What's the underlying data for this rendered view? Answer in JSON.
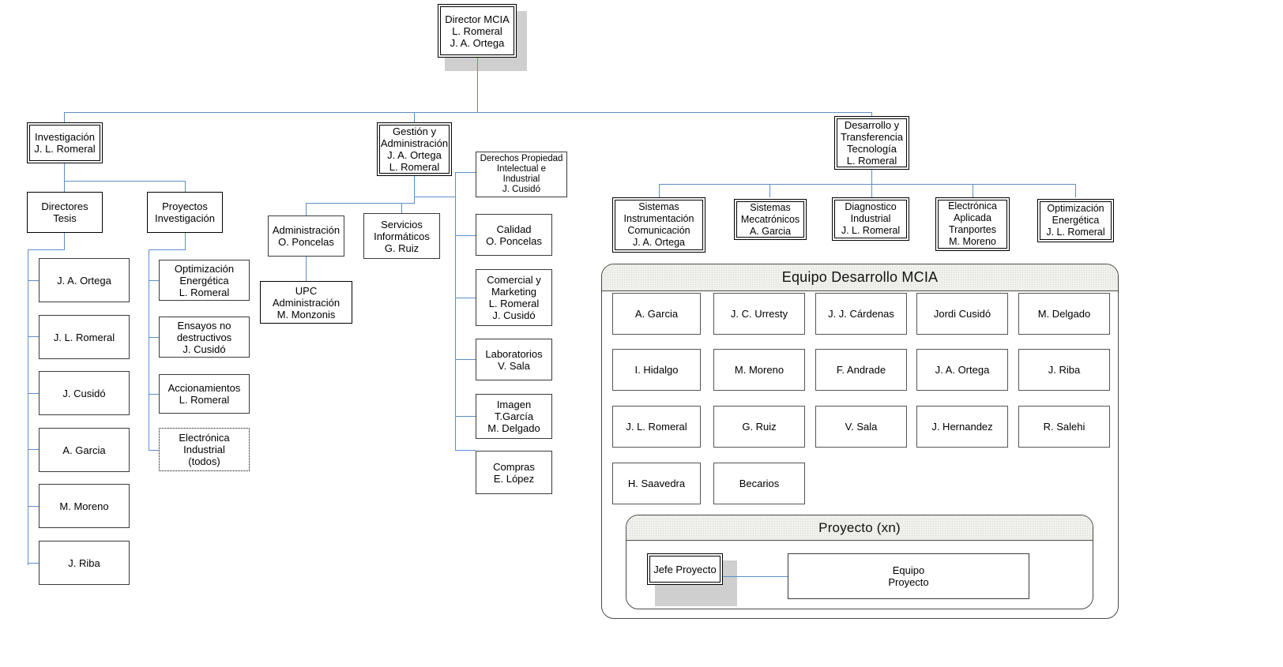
{
  "chart_data": {
    "type": "diagram",
    "title": "Organigrama MCIA",
    "description": "Organizational chart of MCIA showing director, three divisions and the development team"
  },
  "root": {
    "lines": [
      "Director MCIA",
      "L. Romeral",
      "J. A. Ortega"
    ]
  },
  "branch_investigacion": {
    "head": {
      "lines": [
        "Investigación",
        "J. L. Romeral"
      ]
    },
    "subheads": [
      {
        "lines": [
          "Directores",
          "Tesis"
        ]
      },
      {
        "lines": [
          "Proyectos",
          "Investigación"
        ]
      }
    ],
    "directores_tesis": [
      {
        "lines": [
          "J. A. Ortega"
        ]
      },
      {
        "lines": [
          "J. L. Romeral"
        ]
      },
      {
        "lines": [
          "J. Cusidó"
        ]
      },
      {
        "lines": [
          "A. Garcia"
        ]
      },
      {
        "lines": [
          "M. Moreno"
        ]
      },
      {
        "lines": [
          "J. Riba"
        ]
      }
    ],
    "proyectos_investigacion": [
      {
        "lines": [
          "Optimización",
          "Energética",
          "L. Romeral"
        ],
        "dotted": false
      },
      {
        "lines": [
          "Ensayos no",
          "destructivos",
          "J. Cusidó"
        ],
        "dotted": false
      },
      {
        "lines": [
          "Accionamientos",
          "L. Romeral"
        ],
        "dotted": false
      },
      {
        "lines": [
          "Electrónica",
          "Industrial",
          "(todos)"
        ],
        "dotted": true
      }
    ]
  },
  "branch_gestion": {
    "head": {
      "lines": [
        "Gestión y",
        "Administración",
        "J. A. Ortega",
        "L. Romeral"
      ]
    },
    "left_children": [
      {
        "lines": [
          "Administración",
          "O. Poncelas"
        ]
      },
      {
        "lines": [
          "Servicios",
          "Informáticos",
          "G. Ruiz"
        ]
      }
    ],
    "admin_child": {
      "lines": [
        "UPC",
        "Administración",
        "M. Monzonis"
      ]
    },
    "right_children": [
      {
        "lines": [
          "Derechos Propiedad",
          "Intelectual e",
          "Industrial",
          "J. Cusidó"
        ],
        "small": true
      },
      {
        "lines": [
          "Calidad",
          "O. Poncelas"
        ],
        "small": false
      },
      {
        "lines": [
          "Comercial y",
          "Marketing",
          "L. Romeral",
          "J. Cusidó"
        ],
        "small": false
      },
      {
        "lines": [
          "Laboratorios",
          "V. Sala"
        ],
        "small": false
      },
      {
        "lines": [
          "Imagen",
          "T.García",
          "M. Delgado"
        ],
        "small": false
      },
      {
        "lines": [
          "Compras",
          "E. López"
        ],
        "small": false
      }
    ]
  },
  "branch_desarrollo": {
    "head": {
      "lines": [
        "Desarrollo y",
        "Transferencia",
        "Tecnología",
        "L. Romeral"
      ]
    },
    "children": [
      {
        "lines": [
          "Sistemas",
          "Instrumentación",
          "Comunicación",
          "J. A. Ortega"
        ]
      },
      {
        "lines": [
          "Sistemas",
          "Mecatrónicos",
          "A. Garcia"
        ]
      },
      {
        "lines": [
          "Diagnostico",
          "Industrial",
          "J. L. Romeral"
        ]
      },
      {
        "lines": [
          "Electrónica",
          "Aplicada",
          "Tranportes",
          "M. Moreno"
        ]
      },
      {
        "lines": [
          "Optimización",
          "Energética",
          "J. L. Romeral"
        ]
      }
    ]
  },
  "equipo_panel": {
    "title": "Equipo Desarrollo MCIA",
    "members": [
      "A. Garcia",
      "J. C. Urresty",
      "J. J. Cárdenas",
      "Jordi Cusidó",
      "M. Delgado",
      "I. Hidalgo",
      "M. Moreno",
      "F. Andrade",
      "J. A. Ortega",
      "J. Riba",
      "J. L. Romeral",
      "G. Ruiz",
      "V. Sala",
      "J. Hernandez",
      "R. Salehi",
      "H. Saavedra",
      "Becarios"
    ]
  },
  "proyecto_panel": {
    "title": "Proyecto (xn)",
    "jefe": {
      "lines": [
        "Jefe Proyecto"
      ]
    },
    "equipo": {
      "lines": [
        "Equipo",
        "Proyecto"
      ]
    }
  },
  "colors": {
    "connector": "#5b8fc9",
    "box_border": "#000000",
    "leaf_border": "#3a3a3a",
    "panel_header_bg": "#f0f0ec",
    "shadow": "#cfcfcf"
  }
}
